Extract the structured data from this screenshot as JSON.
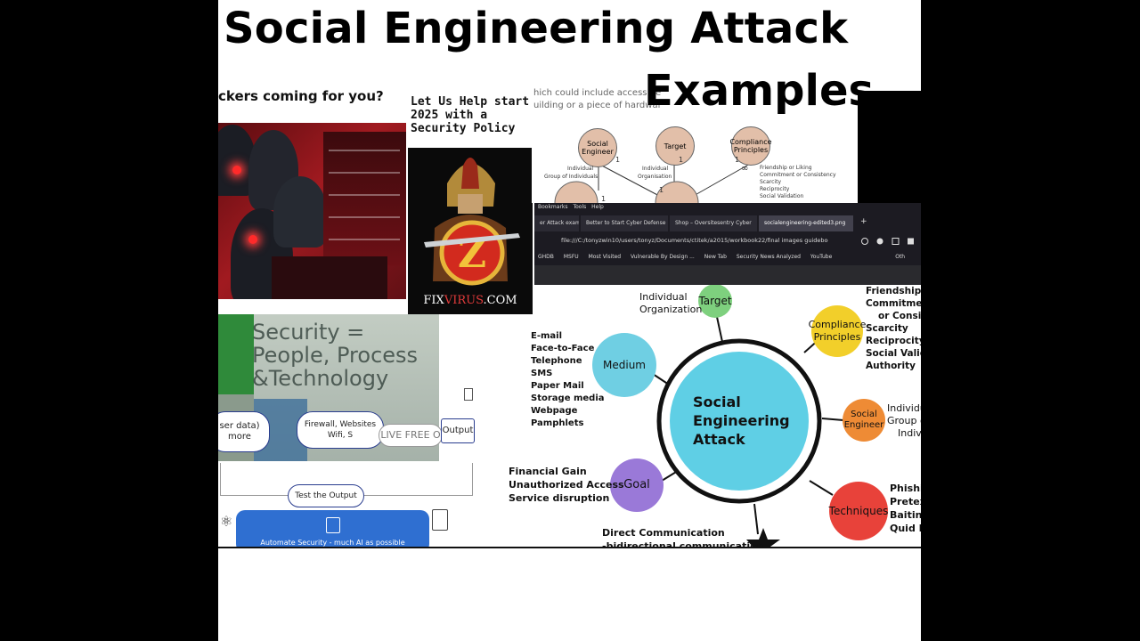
{
  "title": {
    "line1": "Social Engineering Attack",
    "line2": "Examples"
  },
  "hackers": {
    "caption": "ckers coming for you?"
  },
  "promo": {
    "lines": [
      "Let Us Help  start",
      "2025 with a",
      "Security Policy"
    ],
    "brand_prefix": "FIX",
    "brand_highlight": "VIRUS",
    "brand_suffix": ".COM"
  },
  "diagram_top": {
    "text_lines": [
      "hich could include access pe",
      "uilding or a piece of hardwar"
    ],
    "nodes": [
      "Social Engineer",
      "Target",
      "Compliance Principles"
    ],
    "engineer_labels": [
      "Individual",
      "Group of Individuals"
    ],
    "target_labels": [
      "Individual",
      "Organisation"
    ],
    "principle_labels": [
      "Friendship or Liking",
      "Commitment or Consistency",
      "Scarcity",
      "Reciprocity",
      "Social Validation"
    ],
    "multiplicity": [
      "1",
      "1",
      "1",
      "1",
      "1",
      "∞"
    ]
  },
  "browser": {
    "menu": [
      "Bookmarks",
      "Tools",
      "Help"
    ],
    "tabs": [
      "er Attack exampl",
      "Better to Start Cyber Defense",
      "Shop – Oversitesentry Cyber",
      "socialengineering-edited3.png"
    ],
    "new_tab_symbol": "+",
    "url": "file:///C:/tonyzwin10/users/tonyz/Documents/ctitek/a2015/workbook22/final images guidebook c",
    "bookmarks": [
      "GHDB",
      "MSFU",
      "Most Visited",
      "Vulnerable By Design ...",
      "New Tab",
      "Security News Analyzed",
      "YouTube",
      "Oth"
    ]
  },
  "security_image": {
    "lines": [
      "Security =",
      "People, Process",
      "&Technology"
    ]
  },
  "flowchart": {
    "left_box": "ser data)\nmore",
    "mid_box": "Firewall, Websites\nWifi, S",
    "live_box": "LIVE FREE O",
    "output_box": "Output",
    "test_box": "Test the Output",
    "automate_text": "Automate Security - much AI as possible"
  },
  "mindmap": {
    "center": "Social Engineering Attack",
    "target": {
      "label": "Target",
      "items": [
        "Individual",
        "Organization"
      ]
    },
    "compliance": {
      "label": "Compliance Principles",
      "items": [
        "Friendship or",
        "Commitment",
        "or Consist",
        "Scarcity",
        "Reciprocity",
        "Social Validat",
        "Authority"
      ]
    },
    "medium": {
      "label": "Medium",
      "items": [
        "E-mail",
        "Face-to-Face",
        "Telephone",
        "SMS",
        "Paper Mail",
        "Storage media",
        "Webpage",
        "Pamphlets"
      ]
    },
    "social_engineer": {
      "label": "Social Engineer",
      "items": [
        "Individu",
        "Group o",
        "Indivi"
      ]
    },
    "goal": {
      "label": "Goal",
      "items": [
        "Financial Gain",
        "Unauthorized Access",
        "Service disruption"
      ]
    },
    "techniques": {
      "label": "Techniques",
      "items": [
        "Phishin",
        "Pretex",
        "Baiting",
        "Quid P"
      ]
    },
    "communication": {
      "items": [
        "Direct Communication",
        "-bidirectional communication"
      ]
    }
  },
  "colors": {
    "target": "#7ed07e",
    "compliance": "#f2cf2a",
    "medium": "#6fcfe3",
    "social_engineer": "#ee8b35",
    "goal": "#9a79d8",
    "techniques": "#e8423a",
    "center": "#5fcfe5"
  }
}
